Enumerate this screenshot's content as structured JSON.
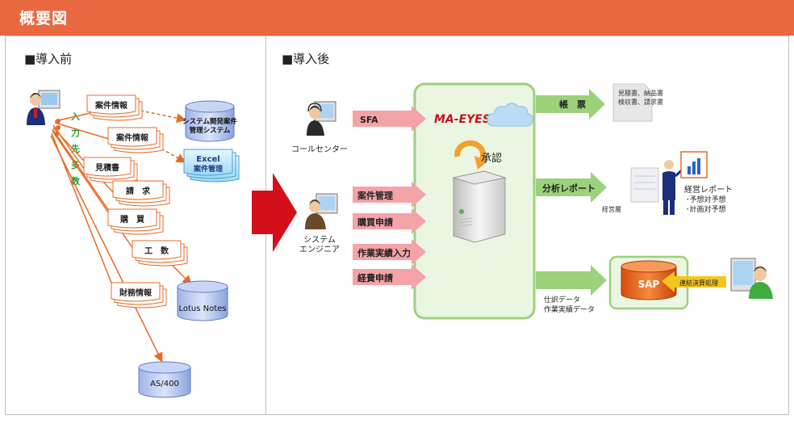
{
  "header": {
    "title": "概要図"
  },
  "before": {
    "title": "■導入前",
    "vertical_label": [
      "入",
      "力",
      "先",
      "多",
      "数"
    ],
    "docs": [
      "案件情報",
      "案件情報",
      "見積書",
      "請　求",
      "購　買",
      "工　数",
      "財務情報"
    ],
    "db_system": [
      "システム開発案件",
      "管理システム"
    ],
    "excel": [
      "Excel",
      "案件管理"
    ],
    "lotus": "Lotus Notes",
    "as400": "AS/400"
  },
  "after": {
    "title": "■導入後",
    "call_center": "コールセンター",
    "engineer": [
      "システム",
      "エンジニア"
    ],
    "inputs": [
      "SFA",
      "案件管理",
      "購買申請",
      "作業実績入力",
      "経費申請"
    ],
    "logo": "MA-EYES",
    "approval": "承認",
    "out_forms": "帳　票",
    "out_forms_desc": [
      "見積書、納品書",
      "検収書、請求書"
    ],
    "out_report": "分析レポート",
    "report_desc": [
      "経営レポート",
      "･予想対予想",
      "･計画対予想"
    ],
    "management": "経営層",
    "sap_label": [
      "仕訳データ",
      "作業実績データ"
    ],
    "sap": "SAP",
    "consolidation": "連結決算処理"
  },
  "colors": {
    "header": "#e8683f",
    "orange_line": "#e86b24",
    "green": "#9dd17c",
    "pink": "#f4a3a7",
    "red_arrow": "#d40f1a",
    "system_panel": "#eaf6e2"
  }
}
